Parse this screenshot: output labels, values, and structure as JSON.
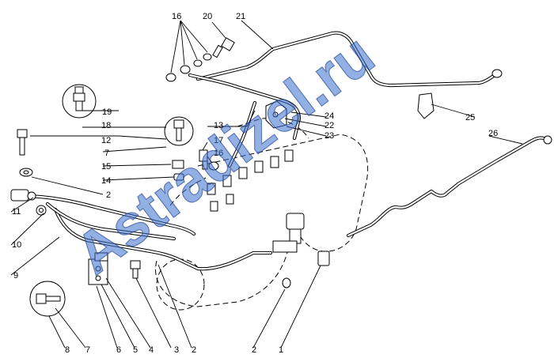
{
  "watermark": "Astradizel.ru",
  "callouts": [
    {
      "id": "c16a",
      "text": "16"
    },
    {
      "id": "c20",
      "text": "20"
    },
    {
      "id": "c21",
      "text": "21"
    },
    {
      "id": "c19",
      "text": "19"
    },
    {
      "id": "c18",
      "text": "18"
    },
    {
      "id": "c12",
      "text": "12"
    },
    {
      "id": "c7a",
      "text": "7"
    },
    {
      "id": "c15",
      "text": "15"
    },
    {
      "id": "c14",
      "text": "14"
    },
    {
      "id": "c2a",
      "text": "2"
    },
    {
      "id": "c11",
      "text": "11"
    },
    {
      "id": "c10",
      "text": "10"
    },
    {
      "id": "c9",
      "text": "9"
    },
    {
      "id": "c13",
      "text": "13"
    },
    {
      "id": "c17",
      "text": "17"
    },
    {
      "id": "c16b",
      "text": "16"
    },
    {
      "id": "c24",
      "text": "24"
    },
    {
      "id": "c22",
      "text": "22"
    },
    {
      "id": "c23",
      "text": "23"
    },
    {
      "id": "c25",
      "text": "25"
    },
    {
      "id": "c26",
      "text": "26"
    },
    {
      "id": "c8",
      "text": "8"
    },
    {
      "id": "c7b",
      "text": "7"
    },
    {
      "id": "c6",
      "text": "6"
    },
    {
      "id": "c5",
      "text": "5"
    },
    {
      "id": "c4",
      "text": "4"
    },
    {
      "id": "c3",
      "text": "3"
    },
    {
      "id": "c2b",
      "text": "2"
    },
    {
      "id": "c2c",
      "text": "2"
    },
    {
      "id": "c1",
      "text": "1"
    }
  ]
}
